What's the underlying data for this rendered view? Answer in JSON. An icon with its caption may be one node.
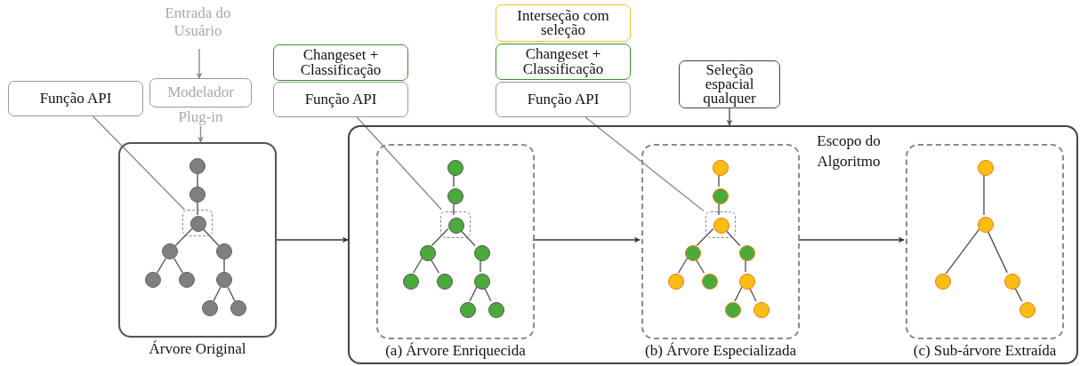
{
  "diagram": {
    "nodes": [
      {
        "text": [
          "Função API"
        ]
      },
      {
        "text": [
          "Entrada do Usuário"
        ]
      },
      {
        "text": [
          "Modelador",
          "Plug-in"
        ]
      },
      {
        "text": [
          "Árvore Original"
        ]
      },
      {
        "text": [],
        "shape": "box",
        "in": 3
      },
      {
        "text": [],
        "shape": "circle",
        "in": 3
      },
      {
        "text": [],
        "shape": "circle",
        "in": 3
      },
      {
        "text": [],
        "shape": "circle",
        "in": 4
      },
      {
        "text": [],
        "shape": "circle",
        "in": 3
      },
      {
        "text": [],
        "shape": "circle",
        "in": 3
      },
      {
        "text": [],
        "shape": "circle",
        "in": 3
      },
      {
        "text": [],
        "shape": "circle",
        "in": 3
      },
      {
        "text": [],
        "shape": "circle",
        "in": 3
      },
      {
        "text": [],
        "shape": "circle",
        "in": 3
      },
      {
        "text": [],
        "shape": "circle",
        "in": 3
      },
      {
        "text": [
          "Changeset + Classificação"
        ]
      },
      {
        "text": [
          "Função API"
        ]
      },
      {
        "text": [
          "Interseção com seleção"
        ]
      },
      {
        "text": [
          "Changeset + Classificação"
        ]
      },
      {
        "text": [
          "Função API"
        ]
      },
      {
        "text": [
          "Seleção espacial qualquer"
        ]
      },
      {
        "text": [
          "Escopo do Algoritmo"
        ]
      },
      {
        "text": [
          "(a) Árvore Enriquecida"
        ],
        "in": 21
      },
      {
        "text": [],
        "shape": "box",
        "in": 22
      },
      {
        "text": [],
        "shape": "circle",
        "in": 22
      },
      {
        "text": [],
        "shape": "circle",
        "in": 22
      },
      {
        "text": [],
        "shape": "circle",
        "in": 23
      },
      {
        "text": [],
        "shape": "circle",
        "in": 22
      },
      {
        "text": [],
        "shape": "circle",
        "in": 22
      },
      {
        "text": [],
        "shape": "circle",
        "in": 22
      },
      {
        "text": [],
        "shape": "circle",
        "in": 22
      },
      {
        "text": [],
        "shape": "circle",
        "in": 22
      },
      {
        "text": [],
        "shape": "circle",
        "in": 22
      },
      {
        "text": [],
        "shape": "circle",
        "in": 22
      },
      {
        "text": [
          "(b) Árvore Especializada"
        ],
        "in": 21
      },
      {
        "text": [],
        "shape": "box",
        "in": 34
      },
      {
        "text": [],
        "shape": "circle",
        "in": 34
      },
      {
        "text": [],
        "shape": "circle",
        "in": 34
      },
      {
        "text": [],
        "shape": "circle",
        "in": 35
      },
      {
        "text": [],
        "shape": "circle",
        "in": 34
      },
      {
        "text": [],
        "shape": "circle",
        "in": 34
      },
      {
        "text": [],
        "shape": "circle",
        "in": 34
      },
      {
        "text": [],
        "shape": "circle",
        "in": 34
      },
      {
        "text": [],
        "shape": "circle",
        "in": 34
      },
      {
        "text": [],
        "shape": "circle",
        "in": 34
      },
      {
        "text": [],
        "shape": "circle",
        "in": 34
      },
      {
        "text": [
          "(c) Sub-árvore Extraída"
        ],
        "in": 21
      },
      {
        "text": [],
        "shape": "circle",
        "in": 46
      },
      {
        "text": [],
        "shape": "circle",
        "in": 46
      },
      {
        "text": [],
        "shape": "circle",
        "in": 46
      },
      {
        "text": [],
        "shape": "circle",
        "in": 46
      },
      {
        "text": [],
        "shape": "circle",
        "in": 46
      }
    ],
    "edges": [
      {
        "from": 1,
        "to": 2,
        "arrow": "to",
        "color": "#8c8c8c"
      },
      {
        "from": 2,
        "to": 3,
        "arrow": "to",
        "color": "#8c8c8c"
      },
      {
        "from": 0,
        "to": 4,
        "arrow": "none",
        "color": "#8c8c8c"
      },
      {
        "from": 5,
        "to": 6,
        "arrow": "none"
      },
      {
        "from": 6,
        "to": 7,
        "arrow": "none"
      },
      {
        "from": 7,
        "to": 8,
        "arrow": "none"
      },
      {
        "from": 7,
        "to": 9,
        "arrow": "none"
      },
      {
        "from": 8,
        "to": 10,
        "arrow": "none"
      },
      {
        "from": 8,
        "to": 11,
        "arrow": "none"
      },
      {
        "from": 9,
        "to": 12,
        "arrow": "none"
      },
      {
        "from": 12,
        "to": 13,
        "arrow": "none"
      },
      {
        "from": 12,
        "to": 14,
        "arrow": "none"
      },
      {
        "from": 3,
        "to": 21,
        "arrow": "to",
        "color": "#333333"
      },
      {
        "from": 16,
        "to": 23,
        "arrow": "none",
        "color": "#8c8c8c"
      },
      {
        "from": 24,
        "to": 25,
        "arrow": "none"
      },
      {
        "from": 25,
        "to": 26,
        "arrow": "none"
      },
      {
        "from": 26,
        "to": 27,
        "arrow": "none"
      },
      {
        "from": 26,
        "to": 28,
        "arrow": "none"
      },
      {
        "from": 27,
        "to": 29,
        "arrow": "none"
      },
      {
        "from": 27,
        "to": 30,
        "arrow": "none"
      },
      {
        "from": 28,
        "to": 31,
        "arrow": "none"
      },
      {
        "from": 31,
        "to": 32,
        "arrow": "none"
      },
      {
        "from": 31,
        "to": 33,
        "arrow": "none"
      },
      {
        "from": 22,
        "to": 34,
        "arrow": "to",
        "color": "#333333"
      },
      {
        "from": 19,
        "to": 35,
        "arrow": "none",
        "color": "#8c8c8c"
      },
      {
        "from": 20,
        "to": 21,
        "arrow": "to"
      },
      {
        "from": 36,
        "to": 37,
        "arrow": "none"
      },
      {
        "from": 37,
        "to": 38,
        "arrow": "none"
      },
      {
        "from": 38,
        "to": 39,
        "arrow": "none"
      },
      {
        "from": 38,
        "to": 40,
        "arrow": "none"
      },
      {
        "from": 39,
        "to": 41,
        "arrow": "none"
      },
      {
        "from": 39,
        "to": 42,
        "arrow": "none"
      },
      {
        "from": 40,
        "to": 43,
        "arrow": "none"
      },
      {
        "from": 43,
        "to": 44,
        "arrow": "none"
      },
      {
        "from": 43,
        "to": 45,
        "arrow": "none"
      },
      {
        "from": 34,
        "to": 46,
        "arrow": "to",
        "color": "#333333"
      },
      {
        "from": 47,
        "to": 48,
        "arrow": "none"
      },
      {
        "from": 48,
        "to": 49,
        "arrow": "none"
      },
      {
        "from": 48,
        "to": 50,
        "arrow": "none"
      },
      {
        "from": 50,
        "to": 51,
        "arrow": "none"
      }
    ]
  }
}
